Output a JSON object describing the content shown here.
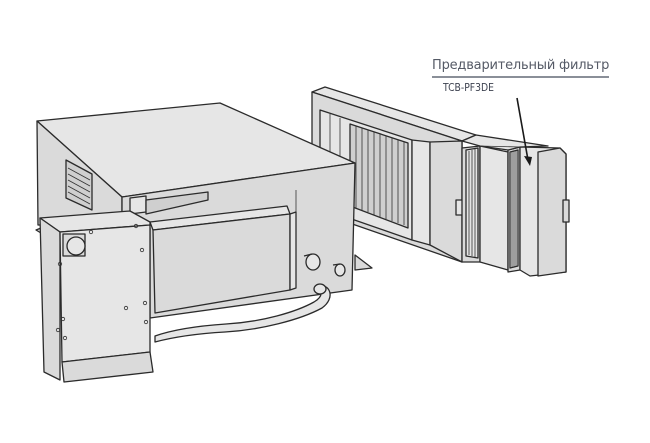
{
  "callout": {
    "title": "Предварительный фильтр",
    "model": "TCB-PF3DE"
  },
  "illustration": {
    "subject": "ducted indoor air-conditioning unit with attached pre-filter box",
    "components": [
      "indoor-unit",
      "electrical-control-box",
      "drain-hose",
      "refrigerant-pipe-connections",
      "filter-chamber",
      "pre-filter"
    ],
    "colors": {
      "background": "#ffffff",
      "surface-light": "#e6e6e6",
      "surface-mid": "#d6d6d6",
      "outline": "#2b2b2b",
      "label-text": "#555a66"
    }
  }
}
